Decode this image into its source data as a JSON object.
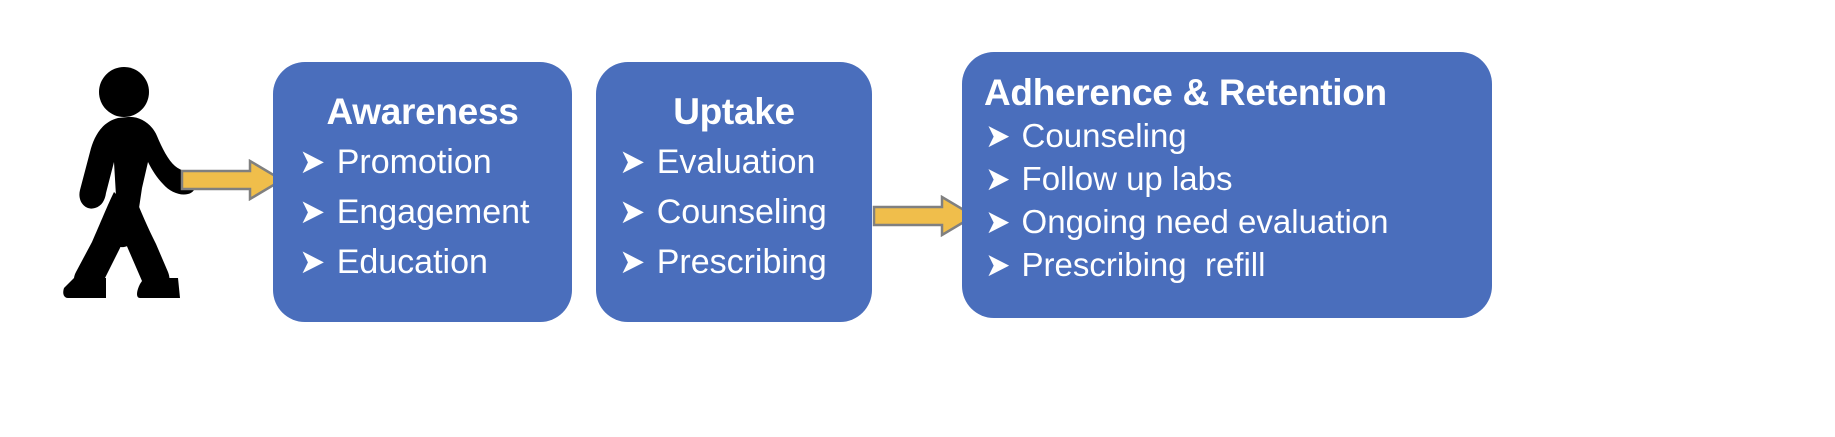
{
  "diagram": {
    "title": "HIV prevention service cascade",
    "background_color": "#ffffff",
    "box_color": "#4a6ebc",
    "arrow_fill_color": "#f0be4b",
    "arrow_outline_color": "#808080",
    "text_color": "#ffffff",
    "person_color": "#000000",
    "bullet_glyph": "➤"
  },
  "actor": {
    "icon_name": "walking-person-icon",
    "label": ""
  },
  "connectors": [
    {
      "name": "arrow-person-to-awareness",
      "from": "walking-person",
      "to": "Awareness"
    },
    {
      "name": "arrow-uptake-to-adherence",
      "from": "Uptake",
      "to": "Adherence & Retention"
    }
  ],
  "stages": [
    {
      "id": "awareness",
      "title": "Awareness",
      "title_align": "center",
      "bullets": [
        "Promotion",
        "Engagement",
        "Education"
      ]
    },
    {
      "id": "uptake",
      "title": "Uptake",
      "title_align": "center",
      "bullets": [
        "Evaluation",
        "Counseling",
        "Prescribing"
      ]
    },
    {
      "id": "adherence",
      "title": "Adherence & Retention",
      "title_align": "left",
      "bullets": [
        "Counseling",
        "Follow up labs",
        "Ongoing need evaluation",
        "Prescribing  refill"
      ]
    }
  ]
}
